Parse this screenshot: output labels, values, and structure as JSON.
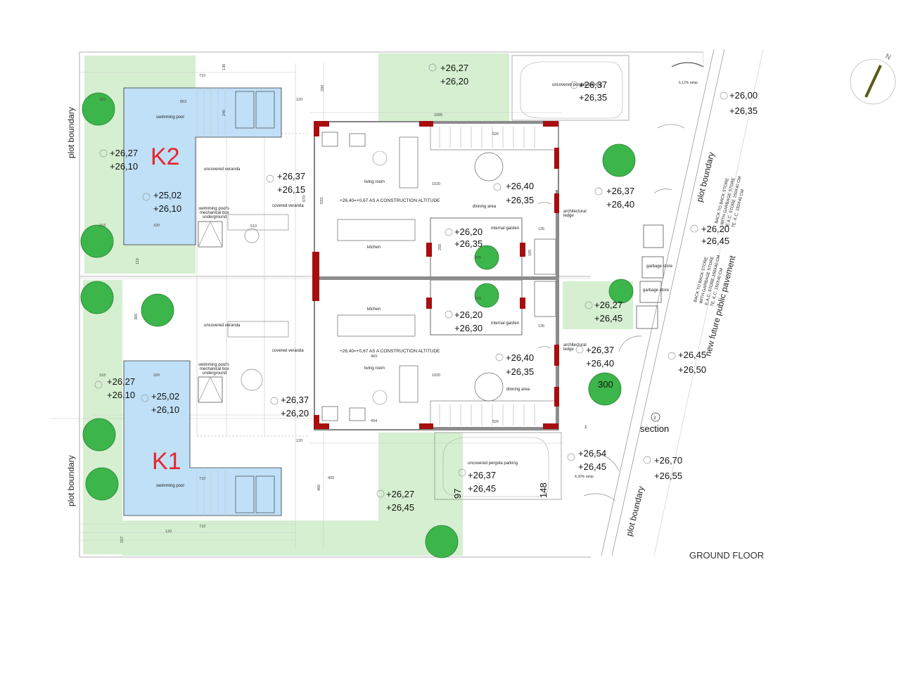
{
  "plan": {
    "title": "GROUND FLOOR",
    "unit_k2": "K2",
    "unit_k1": "K1",
    "plot_boundary": "plot boundary",
    "new_pavement": "new future public pavement",
    "section_label": "section",
    "section_number": "2",
    "section_mark": "1",
    "construction_note": "+26,40=+0,67 AS A CONSTRUCTION ALTITUDE",
    "tree_size": "300",
    "store_note": "BACK TO BACK STORE\nWITH GARBAGE STORE\nE.A.C. STORE 150X40 CM\nTE. K.C. 150X40 CM",
    "rooms": {
      "swimming_pool": "swimming pool",
      "uncovered_veranda": "uncovered veranda",
      "covered_veranda": "covered veranda",
      "mechanical_box_1": "swimming pool's",
      "mechanical_box_2": "mechanical box",
      "mechanical_box_3": "underground",
      "living_room": "living room",
      "dinning_area": "dinning area",
      "kitchen": "kitchen",
      "internal_garden": "internal garden",
      "architectural_ledge_1": "architectural",
      "architectural_ledge_2": "ledge",
      "uncovered_parking": "uncovered pergola parking",
      "garbage_store": "garbage store",
      "ramp_top": "6,12% ramp",
      "ramp_bottom": "4,30% ramp"
    },
    "levels": {
      "l1a": "+26,27",
      "l1b": "+26,20",
      "l2a": "+26,37",
      "l2b": "+26,35",
      "l3a": "+26,00",
      "l3b": "+26,35",
      "l4a": "+26,27",
      "l4b": "+26,10",
      "l5a": "+26,37",
      "l5b": "+26,15",
      "l6a": "+25,02",
      "l6b": "+26,10",
      "l7a": "+26,40",
      "l7b": "+26,35",
      "l8a": "+26,37",
      "l8b": "+26,40",
      "l9a": "+26,20",
      "l9b": "+26,35",
      "l10a": "+26,20",
      "l10b": "+26,45",
      "l11a": "+26,27",
      "l11b": "+26,45",
      "l12a": "+26,20",
      "l12b": "+26,30",
      "l13a": "+26,37",
      "l13b": "+26,40",
      "l14a": "+26,40",
      "l14b": "+26,35",
      "l15a": "+26,45",
      "l15b": "+26,50",
      "l16a": "+26,27",
      "l16b": "+26,10",
      "l17a": "+25,02",
      "l17b": "+26,10",
      "l18a": "+26,37",
      "l18b": "+26,20",
      "l19a": "+26,54",
      "l19b": "+26,45",
      "l20a": "+26,70",
      "l20b": "+26,55",
      "l21a": "+26,37",
      "l21b": "+26,45",
      "l22a": "+26,27",
      "l22b": "+26,45"
    },
    "parking_dims": [
      "97",
      "148"
    ],
    "dims": [
      "710",
      "863",
      "320",
      "510",
      "120",
      "130",
      "240",
      "290",
      "1065",
      "526",
      "469",
      "494",
      "1020",
      "400",
      "480",
      "633",
      "670",
      "153",
      "157",
      "110",
      "300",
      "135",
      "185",
      "250",
      "376",
      "375"
    ]
  }
}
